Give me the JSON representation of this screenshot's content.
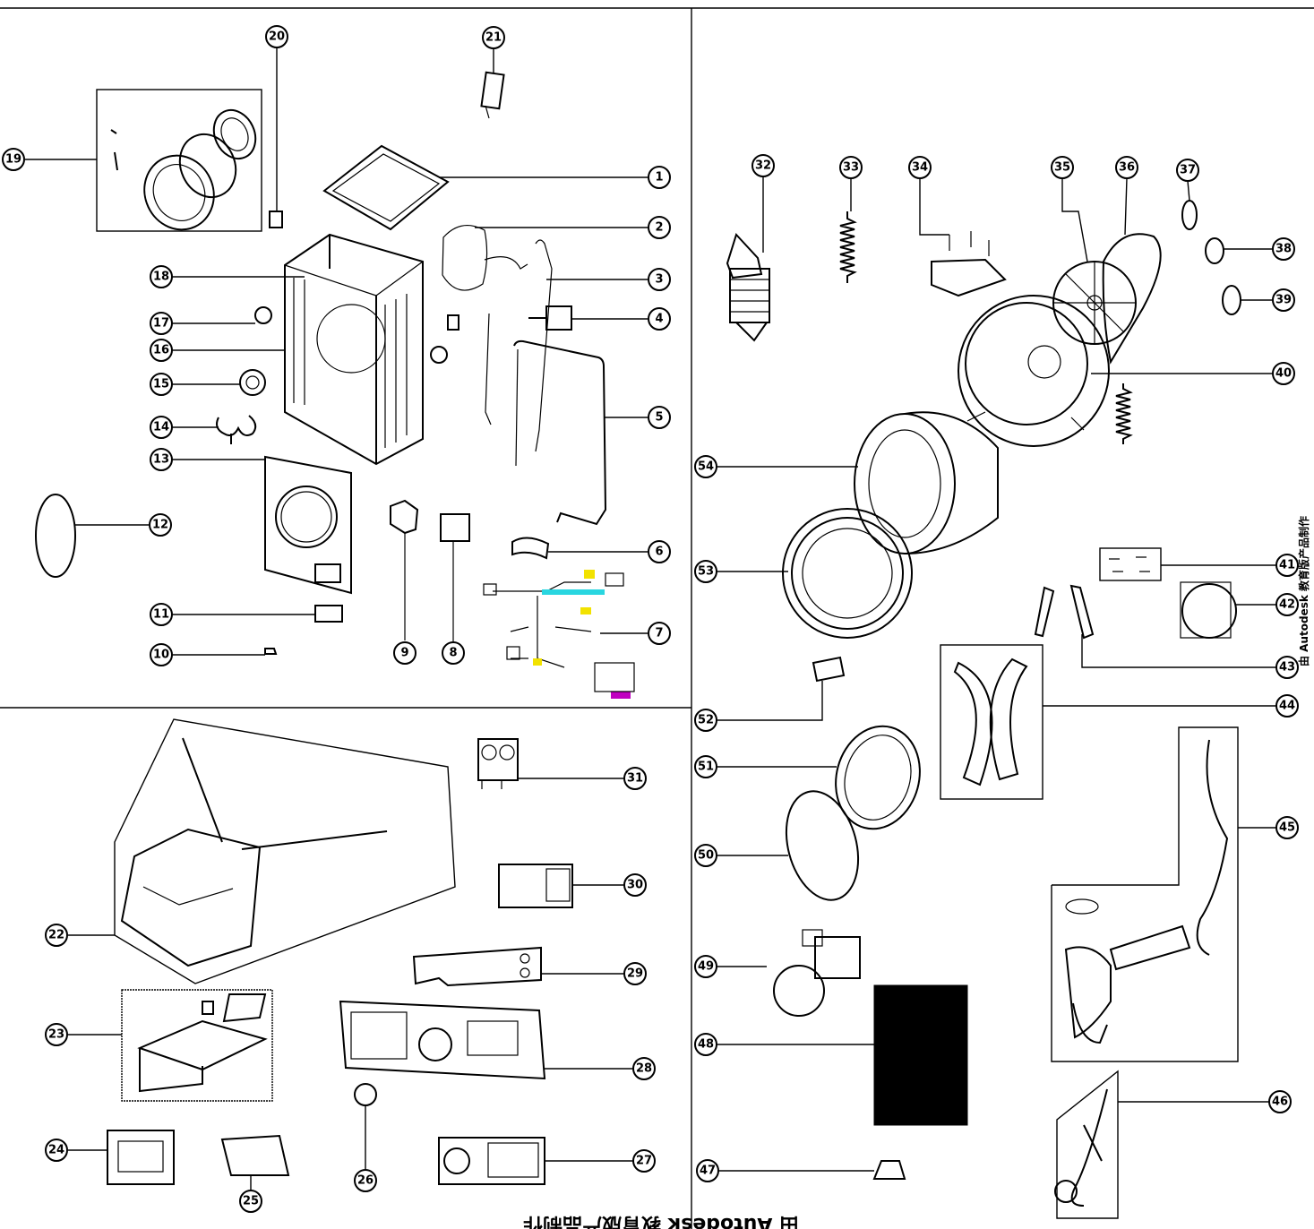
{
  "watermark_text": "由 Autodesk 教育版产品制作",
  "side_text": "由 Autodesk 教育版产品制作",
  "callouts": [
    "1",
    "2",
    "3",
    "4",
    "5",
    "6",
    "7",
    "8",
    "9",
    "10",
    "11",
    "12",
    "13",
    "14",
    "15",
    "16",
    "17",
    "18",
    "19",
    "20",
    "21",
    "22",
    "23",
    "24",
    "25",
    "26",
    "27",
    "28",
    "29",
    "30",
    "31",
    "32",
    "33",
    "34",
    "35",
    "36",
    "37",
    "38",
    "39",
    "40",
    "41",
    "42",
    "43",
    "44",
    "45",
    "46",
    "47",
    "48",
    "49",
    "50",
    "51",
    "52",
    "53",
    "54"
  ]
}
